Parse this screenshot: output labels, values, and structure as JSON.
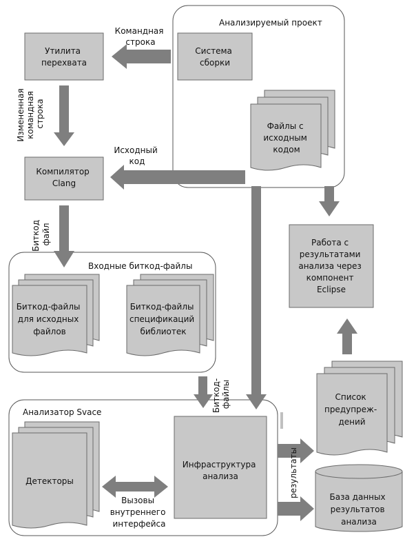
{
  "groups": {
    "project": "Анализируемый проект",
    "inputs": "Входные биткод-файлы",
    "analyzer": "Анализатор Svace"
  },
  "boxes": {
    "intercept": [
      "Утилита",
      "перехвата"
    ],
    "build": [
      "Система",
      "сборки"
    ],
    "sources": [
      "Файлы с",
      "исходным",
      "кодом"
    ],
    "compiler": [
      "Компилятор",
      "Clang"
    ],
    "eclipse": [
      "Работа с",
      "результатами",
      "анализа через",
      "компонент",
      "Eclipse"
    ],
    "bc_src": [
      "Биткод-файлы",
      "для исходных",
      "файлов"
    ],
    "bc_lib": [
      "Биткод-файлы",
      "спецификаций",
      "библиотек"
    ],
    "detectors": [
      "Детекторы"
    ],
    "infra": [
      "Инфраструктура",
      "анализа"
    ],
    "warnings": [
      "Список",
      "предупреж-",
      "дений"
    ],
    "db": [
      "База данных",
      "результатов",
      "анализа"
    ]
  },
  "labels": {
    "cmdline": [
      "Командная",
      "строка"
    ],
    "modified_cmdline": [
      "Измененная",
      "командная",
      "строка"
    ],
    "source_code": [
      "Исходный",
      "код"
    ],
    "bitcode_file": [
      "Биткод",
      "файл"
    ],
    "bitcode_files": [
      "Биткод-",
      "файлы"
    ],
    "internal_calls": [
      "Вызовы",
      "внутреннего",
      "интерфейса"
    ],
    "results": "результаты"
  }
}
